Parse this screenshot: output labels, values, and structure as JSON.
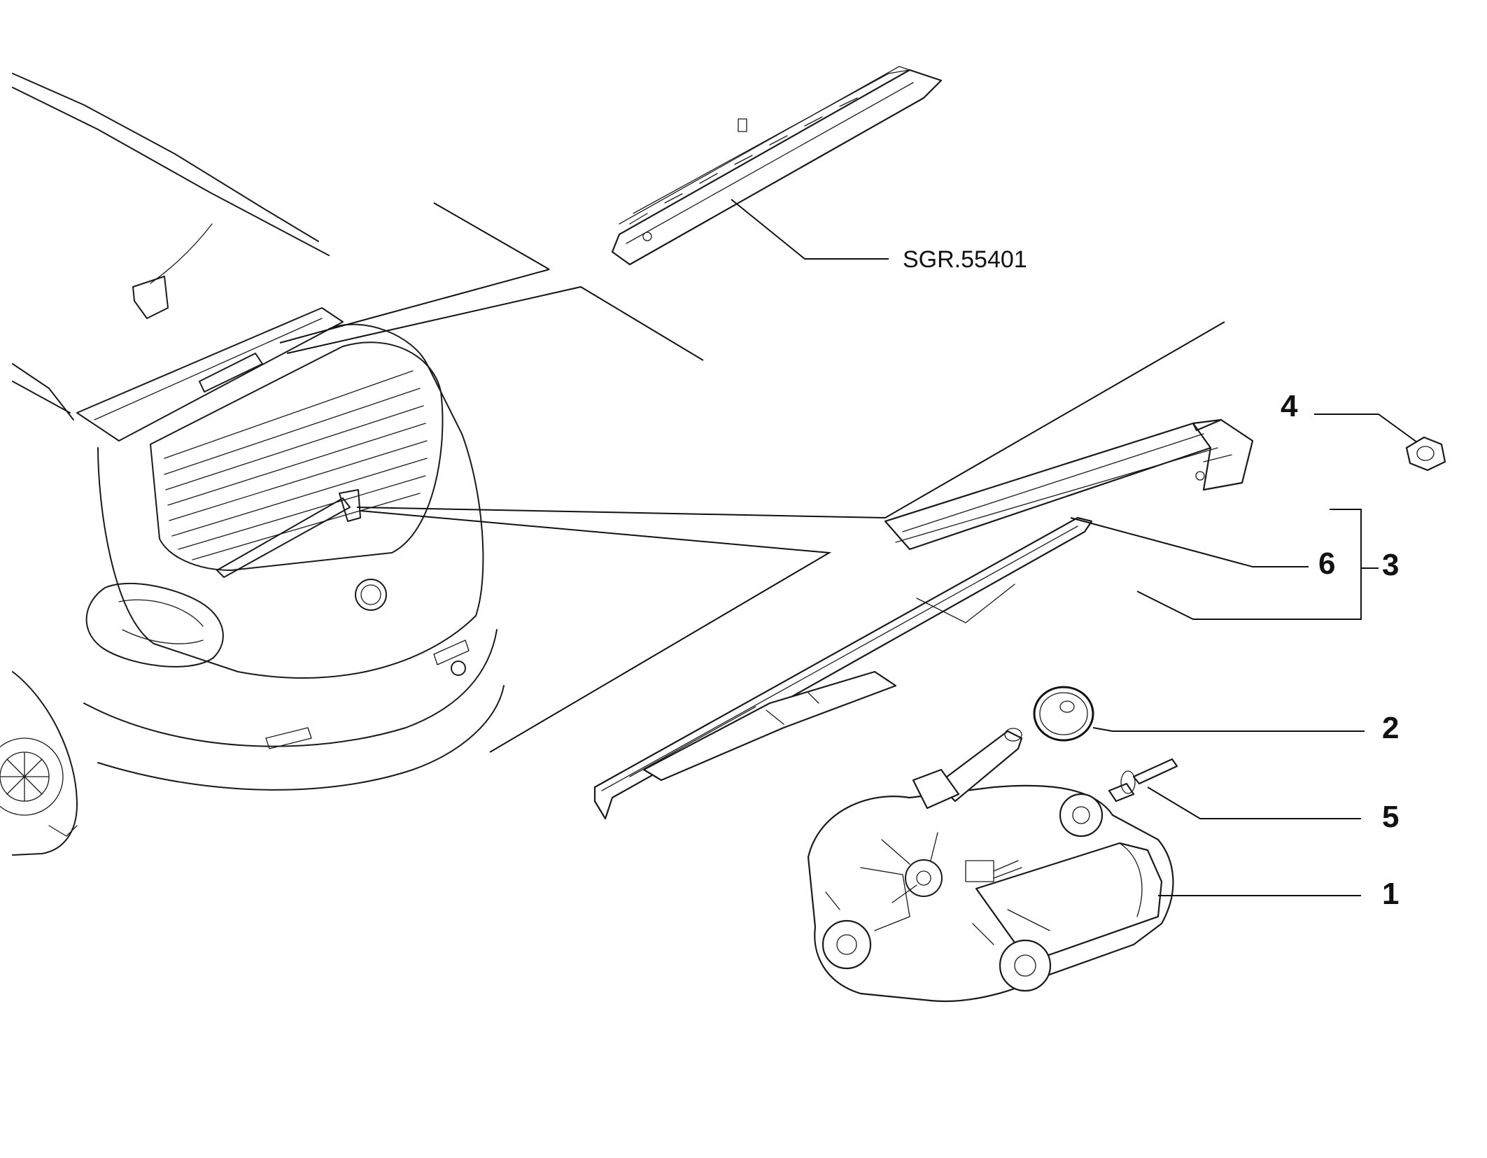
{
  "callouts": {
    "part_1": "1",
    "part_2": "2",
    "part_3": "3",
    "part_4": "4",
    "part_5": "5",
    "part_6": "6"
  },
  "reference_group": "SGR.55401",
  "colors": {
    "line": "#1a1a1a",
    "background": "#ffffff"
  }
}
